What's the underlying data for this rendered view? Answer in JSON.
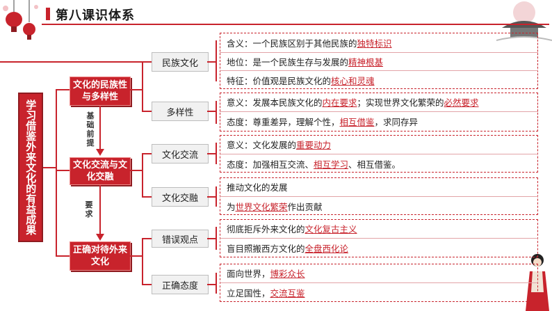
{
  "header": {
    "title": "第八课识体系"
  },
  "root": {
    "label": "学习借鉴外来文化的有益成果"
  },
  "nodes": {
    "n1": "文化的民族性与多样性",
    "n2": "文化交流与文化交融",
    "n3": "正确对待外来文化"
  },
  "links": {
    "l1": "基础前提",
    "l2": "要求"
  },
  "subnodes": {
    "s1": "民族文化",
    "s2": "多样性",
    "s3": "文化交流",
    "s4": "文化交融",
    "s5": "错误观点",
    "s6": "正确态度"
  },
  "rows": [
    {
      "pre": "含义：一个民族区别于其他民族的",
      "u1": "独特标识",
      "mid": "",
      "u2": "",
      "post": ""
    },
    {
      "pre": "地位：是一个民族生存与发展的",
      "u1": "精神根基",
      "mid": "",
      "u2": "",
      "post": ""
    },
    {
      "pre": "特征：价值观是民族文化的",
      "u1": "核心和灵魂",
      "mid": "",
      "u2": "",
      "post": ""
    },
    {
      "pre": "意义：发展本民族文化的",
      "u1": "内在要求",
      "mid": "；实现世界文化繁荣的",
      "u2": "必然要求",
      "post": ""
    },
    {
      "pre": "态度：尊重差异，理解个性，",
      "u1": "相互借鉴",
      "mid": "，求同存异",
      "u2": "",
      "post": ""
    },
    {
      "pre": "意义：文化发展的",
      "u1": "重要动力",
      "mid": "",
      "u2": "",
      "post": ""
    },
    {
      "pre": "态度：加强相互交流、",
      "u1": "相互学习",
      "mid": "、相互借鉴。",
      "u2": "",
      "post": ""
    },
    {
      "pre": "推动文化的发展",
      "u1": "",
      "mid": "",
      "u2": "",
      "post": ""
    },
    {
      "pre": "为",
      "u1": "世界文化繁荣",
      "mid": "作出贡献",
      "u2": "",
      "post": ""
    },
    {
      "pre": "彻底拒斥外来文化的",
      "u1": "文化复古主义",
      "mid": "",
      "u2": "",
      "post": ""
    },
    {
      "pre": "盲目照搬西方文化的",
      "u1": "全盘西化论",
      "mid": "",
      "u2": "",
      "post": ""
    },
    {
      "pre": "面向世界，",
      "u1": "博彩众长",
      "mid": "",
      "u2": "",
      "post": ""
    },
    {
      "pre": "立足国性，",
      "u1": "交流互鉴",
      "mid": "",
      "u2": "",
      "post": ""
    }
  ],
  "colors": {
    "accent": "#c8232c",
    "grey": "#f1f1f1"
  }
}
